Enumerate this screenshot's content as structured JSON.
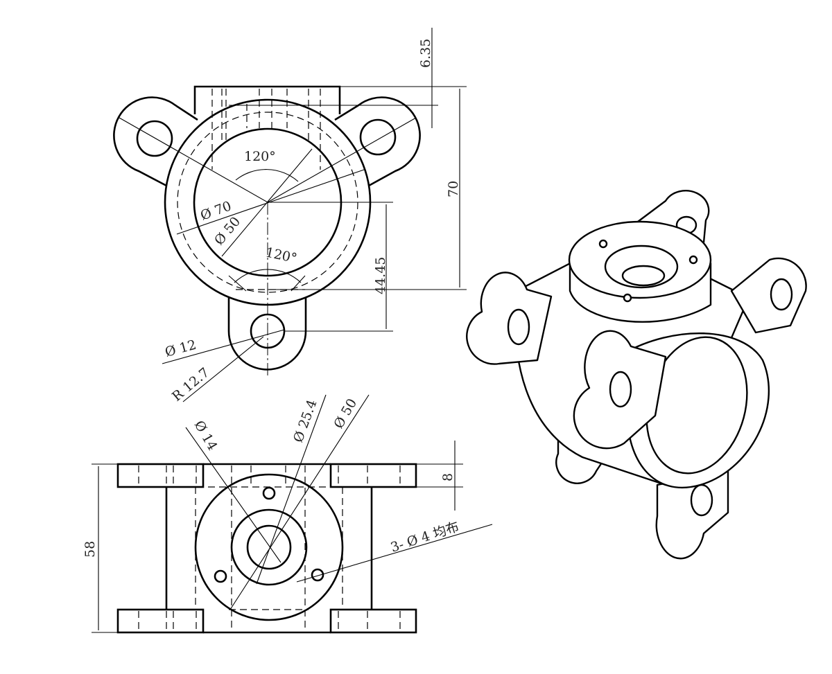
{
  "drawing": {
    "top_view": {
      "dim_flange_offset": "6.35",
      "dim_height": "70",
      "dim_angle_top": "120°",
      "dim_angle_bottom": "120°",
      "dim_outer_diameter": "Ø 70",
      "dim_inner_diameter": "Ø 50",
      "dim_hole_offset": "44.45",
      "dim_lug_hole": "Ø 12",
      "dim_lug_radius": "R 12.7"
    },
    "front_view": {
      "dim_bore": "Ø 14",
      "dim_counterbore": "Ø 25.4",
      "dim_boss": "Ø 50",
      "dim_flange_thickness": "8",
      "dim_total_height": "58",
      "note_holes": "3- Ø 4 均布"
    }
  }
}
